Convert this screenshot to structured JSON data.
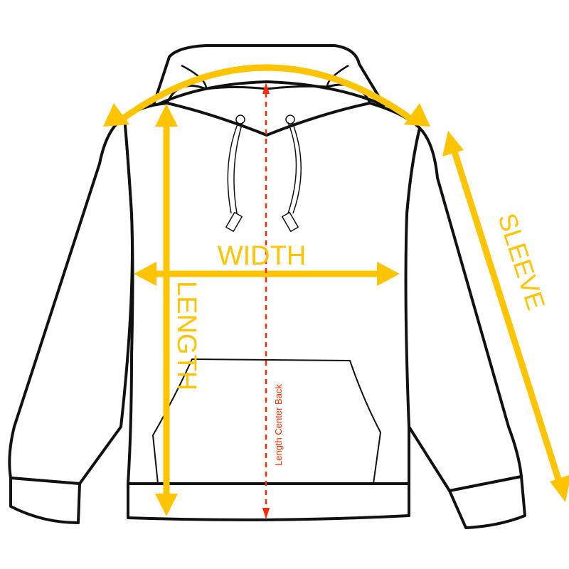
{
  "labels": {
    "width": "WIDTH",
    "length": "LENGTH",
    "sleeve": "SLEEVE",
    "center_back": "Length Center Back"
  },
  "colors": {
    "measure": "#FFC400",
    "center_back": "#FF2A00",
    "outline": "#111111"
  }
}
